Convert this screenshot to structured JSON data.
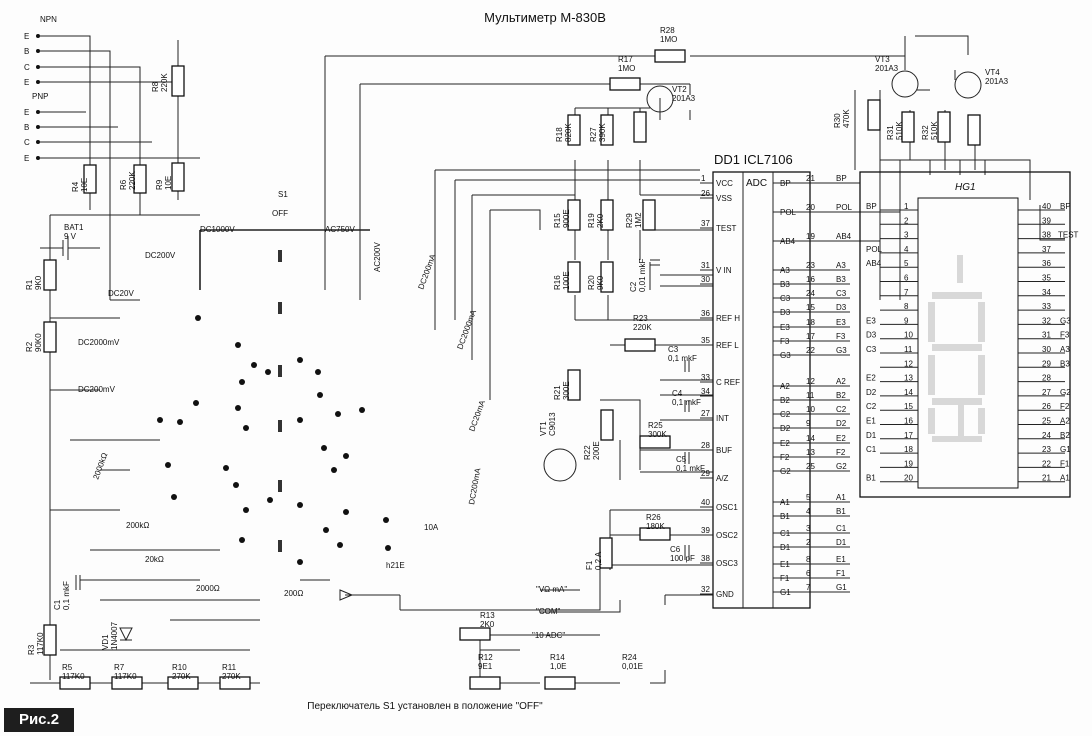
{
  "title": "Мультиметр М-830В",
  "caption": "Переключатель S1 установлен в положение \"OFF\"",
  "figure_label": "Рис.2",
  "ic": {
    "name": "DD1 ICL7106",
    "adc": "ADC",
    "left_pins": [
      {
        "num": "1",
        "name": "VCC"
      },
      {
        "num": "26",
        "name": "VSS"
      },
      {
        "num": "37",
        "name": "TEST"
      },
      {
        "num": "31",
        "name": "V IN"
      },
      {
        "num": "30",
        "name": ""
      },
      {
        "num": "36",
        "name": "REF H"
      },
      {
        "num": "35",
        "name": "REF L"
      },
      {
        "num": "33",
        "name": "C REF"
      },
      {
        "num": "34",
        "name": ""
      },
      {
        "num": "27",
        "name": "INT"
      },
      {
        "num": "28",
        "name": "BUF"
      },
      {
        "num": "29",
        "name": "A/Z"
      },
      {
        "num": "40",
        "name": "OSC1"
      },
      {
        "num": "39",
        "name": "OSC2"
      },
      {
        "num": "38",
        "name": "OSC3"
      },
      {
        "num": "32",
        "name": "GND"
      }
    ],
    "right_pins": [
      {
        "num": "21",
        "name": "BP",
        "net": "BP"
      },
      {
        "num": "20",
        "name": "POL",
        "net": "POL"
      },
      {
        "num": "19",
        "name": "AB4",
        "net": "AB4"
      },
      {
        "num": "23",
        "name": "A3",
        "net": "A3"
      },
      {
        "num": "16",
        "name": "B3",
        "net": "B3"
      },
      {
        "num": "24",
        "name": "C3",
        "net": "C3"
      },
      {
        "num": "15",
        "name": "D3",
        "net": "D3"
      },
      {
        "num": "18",
        "name": "E3",
        "net": "E3"
      },
      {
        "num": "17",
        "name": "F3",
        "net": "F3"
      },
      {
        "num": "22",
        "name": "G3",
        "net": "G3"
      },
      {
        "num": "12",
        "name": "A2",
        "net": "A2"
      },
      {
        "num": "11",
        "name": "B2",
        "net": "B2"
      },
      {
        "num": "10",
        "name": "C2",
        "net": "C2"
      },
      {
        "num": "9",
        "name": "D2",
        "net": "D2"
      },
      {
        "num": "14",
        "name": "E2",
        "net": "E2"
      },
      {
        "num": "13",
        "name": "F2",
        "net": "F2"
      },
      {
        "num": "25",
        "name": "G2",
        "net": "G2"
      },
      {
        "num": "5",
        "name": "A1",
        "net": "A1"
      },
      {
        "num": "4",
        "name": "B1",
        "net": "B1"
      },
      {
        "num": "3",
        "name": "C1",
        "net": "C1"
      },
      {
        "num": "2",
        "name": "D1",
        "net": "D1"
      },
      {
        "num": "8",
        "name": "E1",
        "net": "E1"
      },
      {
        "num": "6",
        "name": "F1",
        "net": "F1"
      },
      {
        "num": "7",
        "name": "G1",
        "net": "G1"
      }
    ]
  },
  "lcd": {
    "name": "HG1",
    "left_pins": [
      {
        "num": "1",
        "net": "BP"
      },
      {
        "num": "2",
        "net": ""
      },
      {
        "num": "3",
        "net": ""
      },
      {
        "num": "4",
        "net": "POL"
      },
      {
        "num": "5",
        "net": "AB4"
      },
      {
        "num": "6",
        "net": ""
      },
      {
        "num": "7",
        "net": ""
      },
      {
        "num": "8",
        "net": ""
      },
      {
        "num": "9",
        "net": "E3"
      },
      {
        "num": "10",
        "net": "D3"
      },
      {
        "num": "11",
        "net": "C3"
      },
      {
        "num": "12",
        "net": ""
      },
      {
        "num": "13",
        "net": "E2"
      },
      {
        "num": "14",
        "net": "D2"
      },
      {
        "num": "15",
        "net": "C2"
      },
      {
        "num": "16",
        "net": "E1"
      },
      {
        "num": "17",
        "net": "D1"
      },
      {
        "num": "18",
        "net": "C1"
      },
      {
        "num": "19",
        "net": ""
      },
      {
        "num": "20",
        "net": "B1"
      }
    ],
    "right_pins": [
      {
        "num": "40",
        "net": "BP"
      },
      {
        "num": "39",
        "net": ""
      },
      {
        "num": "38",
        "net": "TEST"
      },
      {
        "num": "37",
        "net": ""
      },
      {
        "num": "36",
        "net": ""
      },
      {
        "num": "35",
        "net": ""
      },
      {
        "num": "34",
        "net": ""
      },
      {
        "num": "33",
        "net": ""
      },
      {
        "num": "32",
        "net": "G3"
      },
      {
        "num": "31",
        "net": "F3"
      },
      {
        "num": "30",
        "net": "A3"
      },
      {
        "num": "29",
        "net": "B3"
      },
      {
        "num": "28",
        "net": ""
      },
      {
        "num": "27",
        "net": "G2"
      },
      {
        "num": "26",
        "net": "F2"
      },
      {
        "num": "25",
        "net": "A2"
      },
      {
        "num": "24",
        "net": "B2"
      },
      {
        "num": "23",
        "net": "G1"
      },
      {
        "num": "22",
        "net": "F1"
      },
      {
        "num": "21",
        "net": "A1"
      }
    ]
  },
  "sockets": {
    "npn_label": "NPN",
    "pnp_label": "PNP",
    "npn": [
      "E",
      "B",
      "C",
      "E"
    ],
    "pnp": [
      "E",
      "B",
      "C",
      "E"
    ]
  },
  "components": [
    {
      "id": "R28",
      "value": "1MO"
    },
    {
      "id": "R17",
      "value": "1MO"
    },
    {
      "id": "VT2",
      "value": "201A3"
    },
    {
      "id": "VT3",
      "value": "201A3"
    },
    {
      "id": "VT4",
      "value": "201A3"
    },
    {
      "id": "R8",
      "value": "220K"
    },
    {
      "id": "R4",
      "value": "10E"
    },
    {
      "id": "R6",
      "value": "220K"
    },
    {
      "id": "R9",
      "value": "10E"
    },
    {
      "id": "R18",
      "value": "820K"
    },
    {
      "id": "R27",
      "value": "390K"
    },
    {
      "id": "R30",
      "value": "470K"
    },
    {
      "id": "R31",
      "value": "510K"
    },
    {
      "id": "R32",
      "value": "510K"
    },
    {
      "id": "R15",
      "value": "900E"
    },
    {
      "id": "R19",
      "value": "2K0"
    },
    {
      "id": "R29",
      "value": "1M2"
    },
    {
      "id": "R16",
      "value": "100E"
    },
    {
      "id": "R20",
      "value": "9K0"
    },
    {
      "id": "C2",
      "value": "0,01 mkF"
    },
    {
      "id": "R1",
      "value": "9K0"
    },
    {
      "id": "R2",
      "value": "90K0"
    },
    {
      "id": "BAT1",
      "value": "9 V"
    },
    {
      "id": "R23",
      "value": "220K"
    },
    {
      "id": "C3",
      "value": "0,1 mkF"
    },
    {
      "id": "C4",
      "value": "0,1 mkF"
    },
    {
      "id": "R25",
      "value": "300K"
    },
    {
      "id": "C5",
      "value": "0,1 mkF"
    },
    {
      "id": "R21",
      "value": "300E"
    },
    {
      "id": "R22",
      "value": "200E"
    },
    {
      "id": "VT1",
      "value": "C9013"
    },
    {
      "id": "R26",
      "value": "180K"
    },
    {
      "id": "C6",
      "value": "100 pF"
    },
    {
      "id": "F1",
      "value": "0,2 A"
    },
    {
      "id": "C1",
      "value": "0,1 mkF"
    },
    {
      "id": "R3",
      "value": "117K0"
    },
    {
      "id": "VD1",
      "value": "1N4007"
    },
    {
      "id": "R5",
      "value": "117K0"
    },
    {
      "id": "R7",
      "value": "117K0"
    },
    {
      "id": "R10",
      "value": "270K"
    },
    {
      "id": "R11",
      "value": "270K"
    },
    {
      "id": "R13",
      "value": "2K0"
    },
    {
      "id": "R12",
      "value": "9E1"
    },
    {
      "id": "R14",
      "value": "1,0E"
    },
    {
      "id": "R24",
      "value": "0,01E"
    }
  ],
  "switch": {
    "name": "S1",
    "position": "OFF",
    "ranges": [
      "DC1000V",
      "AC750V",
      "DC200V",
      "AC200V",
      "DC20V",
      "DC200mA",
      "DC2000mV",
      "DC2000mA",
      "DC200mV",
      "DC20mA",
      "2000kΩ",
      "DC200mA",
      "200kΩ",
      "10A",
      "20kΩ",
      "h21E",
      "2000Ω",
      "200Ω"
    ]
  },
  "jacks": [
    "\"VΩ mA\"",
    "\"COM\"",
    "\"10 ADC\""
  ],
  "voltage_label": "9 V"
}
